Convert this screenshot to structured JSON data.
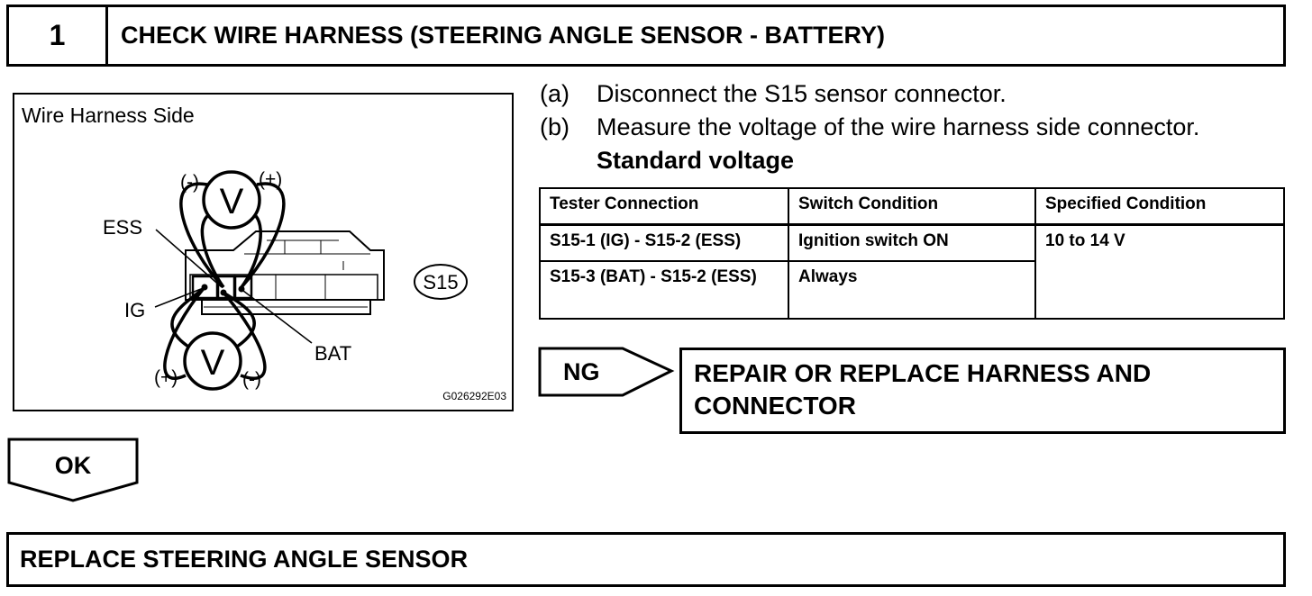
{
  "step": {
    "number": "1",
    "title": "CHECK WIRE HARNESS (STEERING ANGLE SENSOR - BATTERY)"
  },
  "diagram": {
    "title": "Wire Harness Side",
    "voltmeter_symbol": "V",
    "minus_label": "(-)",
    "plus_label": "(+)",
    "pin_labels": {
      "ess": "ESS",
      "ig": "IG",
      "bat": "BAT"
    },
    "connector_label": "S15",
    "code": "G026292E03"
  },
  "instructions": [
    {
      "label": "(a)",
      "text": "Disconnect the S15 sensor connector."
    },
    {
      "label": "(b)",
      "text": "Measure the voltage of the wire harness side connector."
    }
  ],
  "standard_voltage_title": "Standard voltage",
  "table": {
    "headers": [
      "Tester Connection",
      "Switch Condition",
      "Specified Condition"
    ],
    "rows": [
      {
        "connection": "S15-1 (IG) - S15-2 (ESS)",
        "switch": "Ignition switch ON"
      },
      {
        "connection": "S15-3 (BAT) - S15-2 (ESS)",
        "switch": "Always"
      }
    ],
    "specified": "10 to 14 V"
  },
  "ng": {
    "label": "NG",
    "result_line1": "REPAIR OR REPLACE HARNESS AND",
    "result_line2": "CONNECTOR"
  },
  "ok": {
    "label": "OK"
  },
  "next_step": "REPLACE STEERING ANGLE SENSOR"
}
